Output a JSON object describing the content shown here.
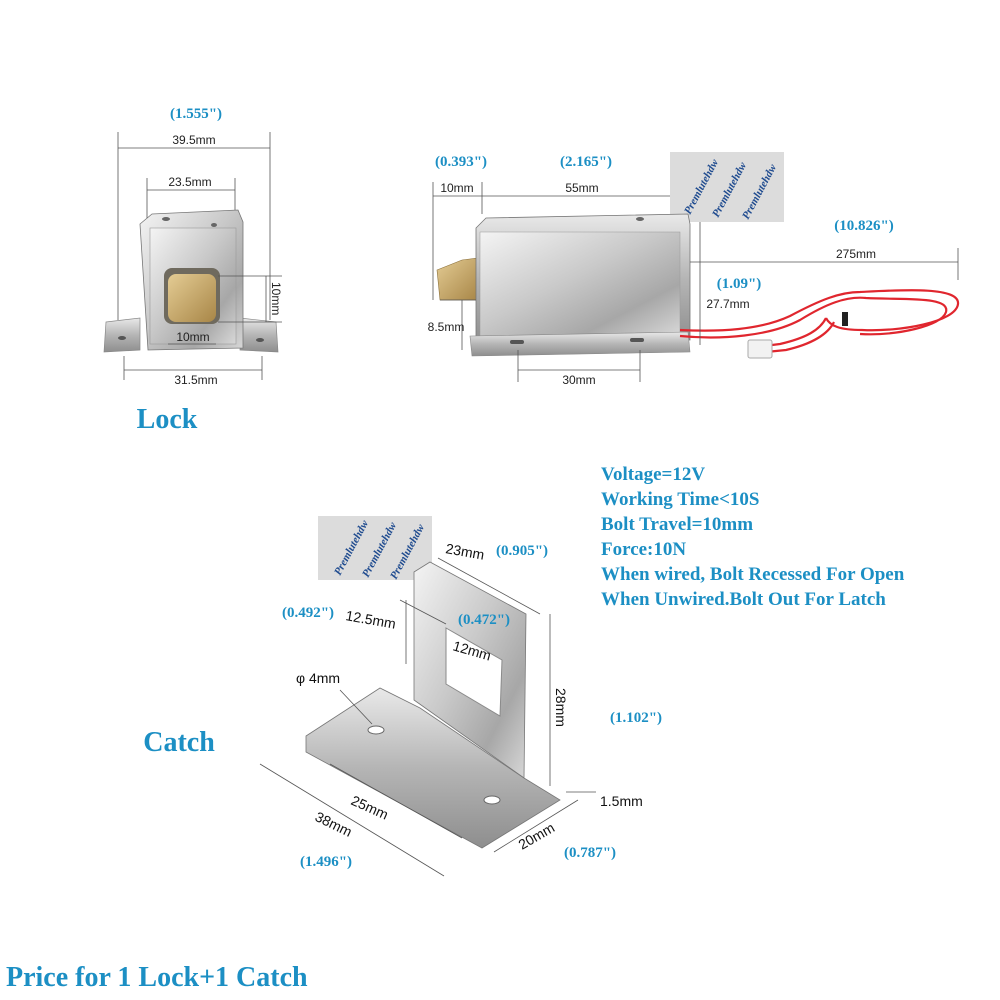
{
  "lock_front": {
    "width_inch": "(1.555\")",
    "width_mm": "39.5mm",
    "inner_width": "23.5mm",
    "window_height": "10mm",
    "window_width": "10mm",
    "base_width": "31.5mm"
  },
  "lock_side": {
    "bolt_inch": "(0.393\")",
    "body_inch": "(2.165\")",
    "bolt_mm": "10mm",
    "body_mm": "55mm",
    "cable_inch": "(10.826\")",
    "cable_mm": "275mm",
    "height_inch": "(1.09\")",
    "height_mm": "27.7mm",
    "bolt_height": "8.5mm",
    "hole_spacing": "30mm"
  },
  "labels": {
    "lock": "Lock",
    "catch": "Catch",
    "price": "Price for 1 Lock+1 Catch"
  },
  "specs": [
    "Voltage=12V",
    "Working Time<10S",
    "Bolt Travel=10mm",
    "Force:10N",
    "When wired, Bolt Recessed For Open",
    "When Unwired.Bolt Out For Latch"
  ],
  "catch_dims": {
    "width_mm": "23mm",
    "width_inch": "(0.905\")",
    "window_h_mm": "12.5mm",
    "window_h_inch": "(0.492\")",
    "window_w_inch": "(0.472\")",
    "window_w_mm": "12mm",
    "hole": "φ 4mm",
    "height_mm": "28mm",
    "height_inch": "(1.102\")",
    "thickness": "1.5mm",
    "hole_spacing": "25mm",
    "length_mm": "38mm",
    "length_inch": "(1.496\")",
    "base_width_mm": "20mm",
    "base_width_inch": "(0.787\")"
  },
  "watermark": "Premlutehdw",
  "colors": {
    "accent": "#1c8fc4",
    "wire": "#e0262e"
  }
}
